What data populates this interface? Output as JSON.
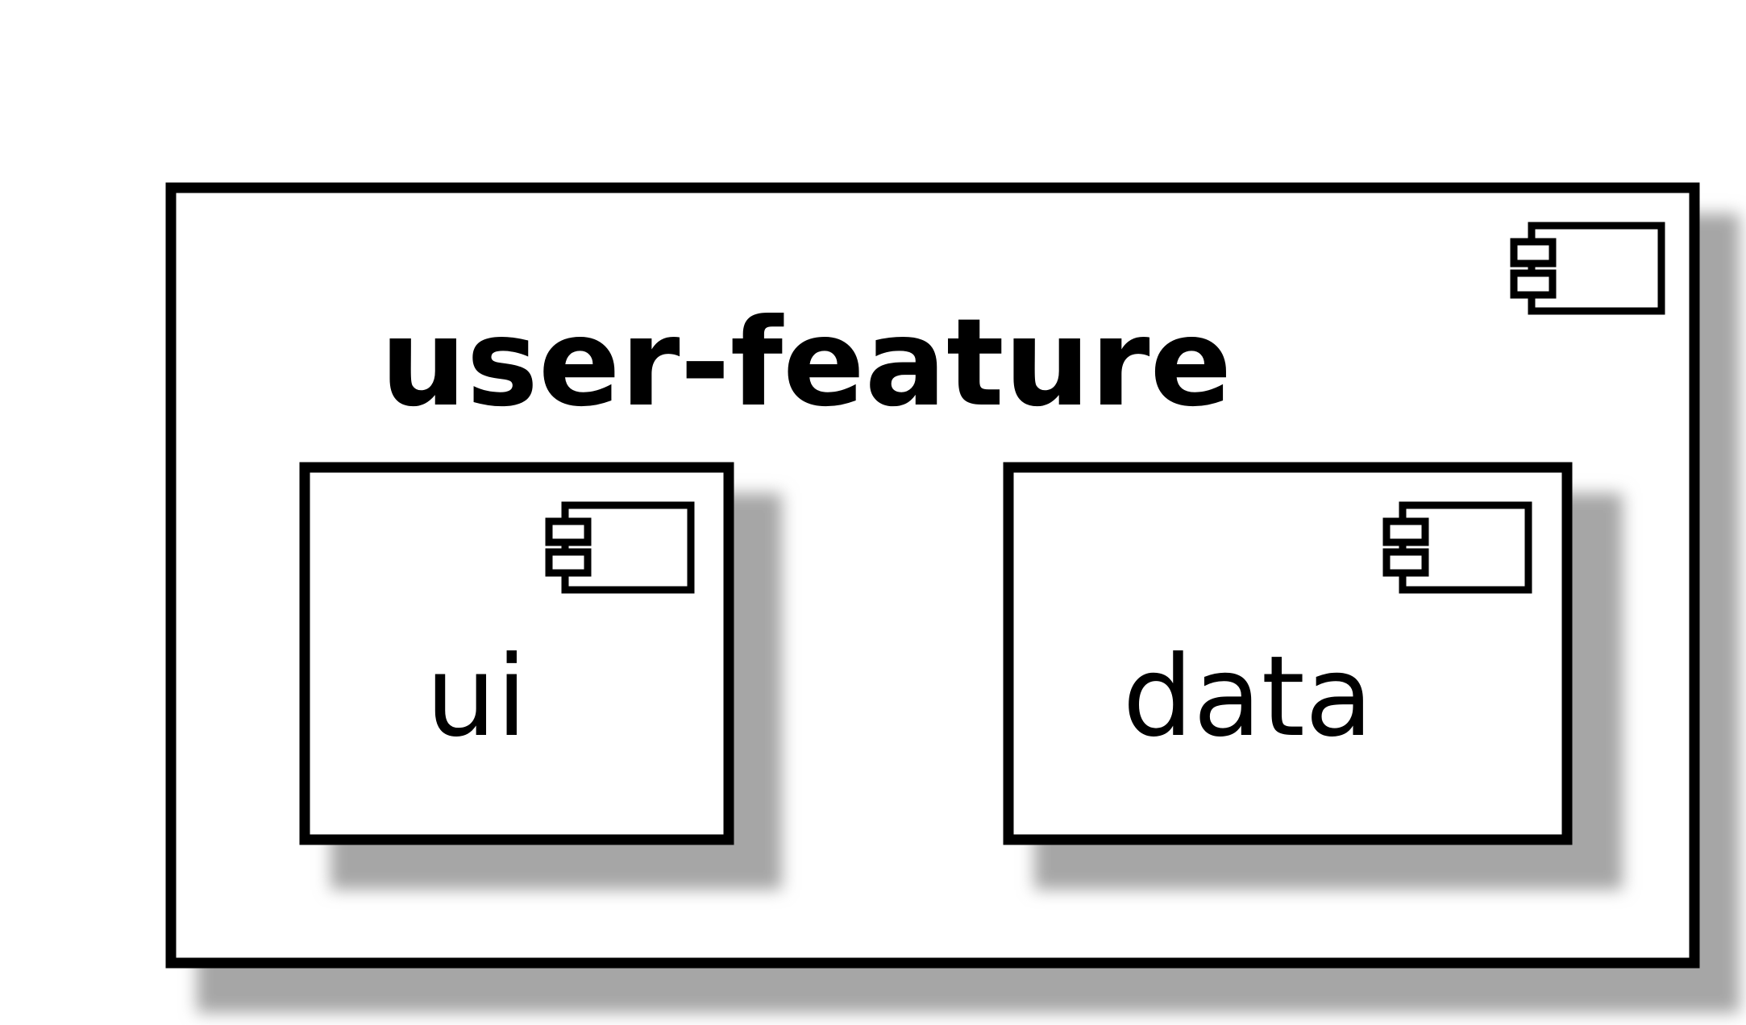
{
  "diagram": {
    "package": {
      "name": "user-feature",
      "components": [
        {
          "label": "ui"
        },
        {
          "label": "data"
        }
      ]
    },
    "colors": {
      "stroke": "#000000",
      "fill": "#ffffff",
      "shadow": "#a6a6a6"
    },
    "icons": [
      "component-icon"
    ]
  }
}
